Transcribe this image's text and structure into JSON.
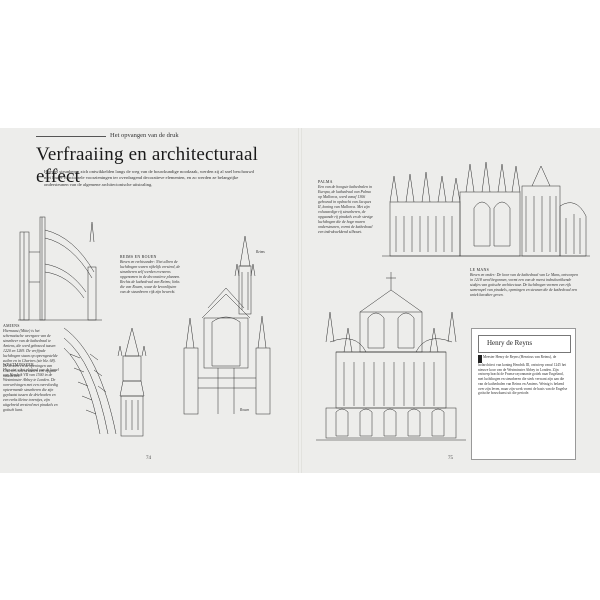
{
  "left_page": {
    "kicker": "Het opvangen van de druk",
    "title": "Verfraaiing en architecturaal effect",
    "intro": "Hoewel steunberen zich ontwikkelden langs de weg van de bouwkundige noodzaak, werden zij al snel beschouwd niet louter functionele voorzieningen ter overdragend decoratieve elementen, en zo werden ze belangrijke ondersteunen van de algemene architectonische uitstraling.",
    "captions": {
      "amiens_head": "Amiens",
      "amiens_text": "Hiernaast (Mitte) is het schematische weergave van de steunbeer van de kathedraal te Amiens, die werd gebouwd tussen 1220 en 1269. De verfijnde luchtbogen staan op opeengestelde zuilen en in Chartres (zie blz. 68). De kronen en de openingen van Chartres tekent samen een opgave massiviteit.",
      "westminster_head": "Westminster",
      "westminster_text": "Hier ziet u het plafond van de kapel van Hendrik VII van 1500 in de Westminster Abbey te Londen. De overwelvingen met een overvloedig opteermende steunberen die zijn geplaatst tussen de driehoeken en een reeks kleine torentjes, zijn uitgebreid versierd met pinakels en gotisch kant.",
      "reims_head": "Reims en Rouen",
      "reims_text": "Boven en rechtsonder: Niet alleen de luchtbogen waren rijkelijk versierd, de steunberen zelf werden eveneens opgenomen in de decoratieve plannen. Rechts de kathedraal van Reims; links die van Rouen, waar de kroonlijsten van de steunberen rijk zijn bewerkt."
    },
    "fig_labels": {
      "reims": "Reims",
      "rouen": "Rouen"
    },
    "page_number": "74"
  },
  "right_page": {
    "captions": {
      "palma_head": "Palma",
      "palma_text": "Een van de hoogste kathedralen in Europa, de kathedraal van Palma op Mallorca, werd vanaf 1306 gebouwd in opdracht van Jacques II, koning van Mallorca. Met zijn volwaardige rij steunberen, de opgaande rij pinakels en de stevige luchtbogen die de hoge muren ondersteunen, vormt de kathedraal een indrukwekkend silhouet.",
      "lemans_head": "Le Mans",
      "lemans_text": "Boven en onder: De koor van de kathedraal van Le Mans, ontworpen in 1218 werd begonnen, vormt een van de meest indrukwekkende stukjes van gotische architectuur. De luchtbogen vormen een rijk samenspel van pinakels, openingen en steunen die de kathedraal een uniek karakter geven."
    },
    "box": {
      "title": "Henry de Reyns",
      "text": "Meester Henry de Reyns (Henricus van Reims), de hofarchitect van koning Hendrik III, ontwierp vanaf 1245 het nieuwe koor van de Westminster Abbey in Londen. Zijn ontwerp bracht de Franse rayonnante gotiek naar Engeland, met luchtbogen en steunberen die sterk verwant zijn aan die van de kathedralen van Reims en Amiens. Weinig is bekend over zijn leven, maar zijn werk vormt de basis van de Engelse gotische bouwkunst uit die periode."
    },
    "page_number": "75"
  },
  "colors": {
    "paper": "#ededeb",
    "ink": "#2a2a2a",
    "box": "#ffffff"
  }
}
